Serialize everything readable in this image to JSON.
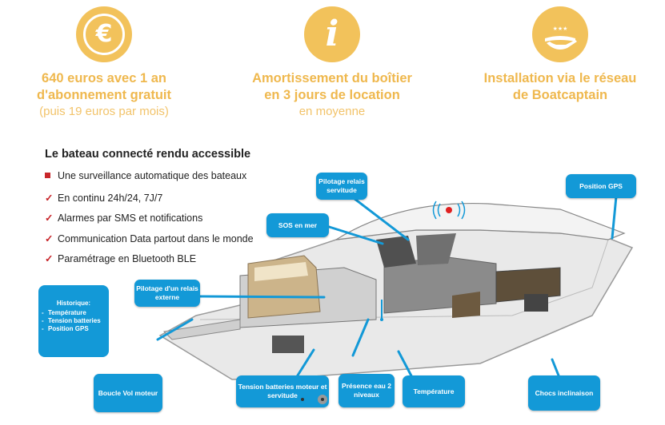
{
  "features": [
    {
      "icon": "euro-icon",
      "symbol": "€",
      "line1": "640 euros avec 1 an",
      "line2": "d'abonnement gratuit",
      "sub": "(puis 19 euros par mois)"
    },
    {
      "icon": "info-icon",
      "symbol": "i",
      "line1": "Amortissement du boîtier",
      "line2": "en 3 jours de location",
      "sub": "en moyenne"
    },
    {
      "icon": "hand-stars-icon",
      "symbol": "★★★",
      "line1": "Installation via le réseau",
      "line2": "de Boatcaptain",
      "sub": ""
    }
  ],
  "panel": {
    "title": "Le bateau connecté rendu accessible",
    "bullets": [
      {
        "mark": "square",
        "text": "Une surveillance automatique des bateaux"
      },
      {
        "mark": "check",
        "text": "En continu 24h/24, 7J/7"
      },
      {
        "mark": "check",
        "text": "Alarmes par SMS et notifications"
      },
      {
        "mark": "check",
        "text": "Communication Data partout dans le monde"
      },
      {
        "mark": "check",
        "text": "Paramétrage en Bluetooth BLE"
      }
    ]
  },
  "callouts": {
    "pilotage_servitude": "Pilotage relais servitude",
    "position_gps": "Position GPS",
    "sos": "SOS en mer",
    "pilotage_externe": "Pilotage d'un relais externe",
    "boucle_vol": "Boucle Vol moteur",
    "tension": "Tension batteries moteur et servitude",
    "presence_eau": "Présence eau 2 niveaux",
    "temperature": "Température",
    "chocs": "Chocs inclinaison"
  },
  "historique": {
    "title": "Historique:",
    "items": [
      "Température",
      "Tension batteries",
      "Position GPS"
    ]
  },
  "colors": {
    "accent_gold": "#F2C25B",
    "callout_blue": "#1399D7",
    "bullet_red": "#C8262B"
  }
}
